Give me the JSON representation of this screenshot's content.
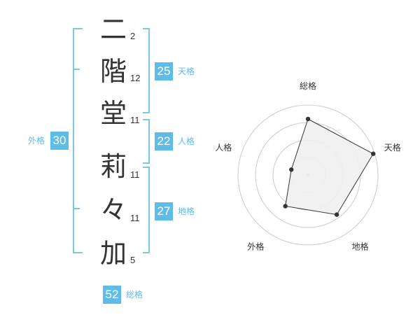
{
  "name": {
    "chars": [
      {
        "char": "二",
        "strokes": "2"
      },
      {
        "char": "階",
        "strokes": "12"
      },
      {
        "char": "堂",
        "strokes": "11"
      },
      {
        "char": "莉",
        "strokes": "11"
      },
      {
        "char": "々",
        "strokes": "11"
      },
      {
        "char": "加",
        "strokes": "5"
      }
    ]
  },
  "scores": {
    "tenkaku": {
      "label": "天格",
      "value": "25"
    },
    "jinkaku": {
      "label": "人格",
      "value": "22"
    },
    "chikaku": {
      "label": "地格",
      "value": "27"
    },
    "gaikaku": {
      "label": "外格",
      "value": "30"
    },
    "soukaku": {
      "label": "総格",
      "value": "52"
    }
  },
  "radar": {
    "axes": [
      "総格",
      "天格",
      "地格",
      "外格",
      "人格"
    ],
    "values": [
      0.8,
      0.98,
      0.7,
      0.55,
      0.25
    ],
    "rings": 4,
    "fill_color": "#f0f0f0",
    "line_color": "#333333",
    "ring_color": "#cccccc"
  },
  "colors": {
    "accent": "#5ebce6",
    "bracket": "#7cc8ea"
  }
}
